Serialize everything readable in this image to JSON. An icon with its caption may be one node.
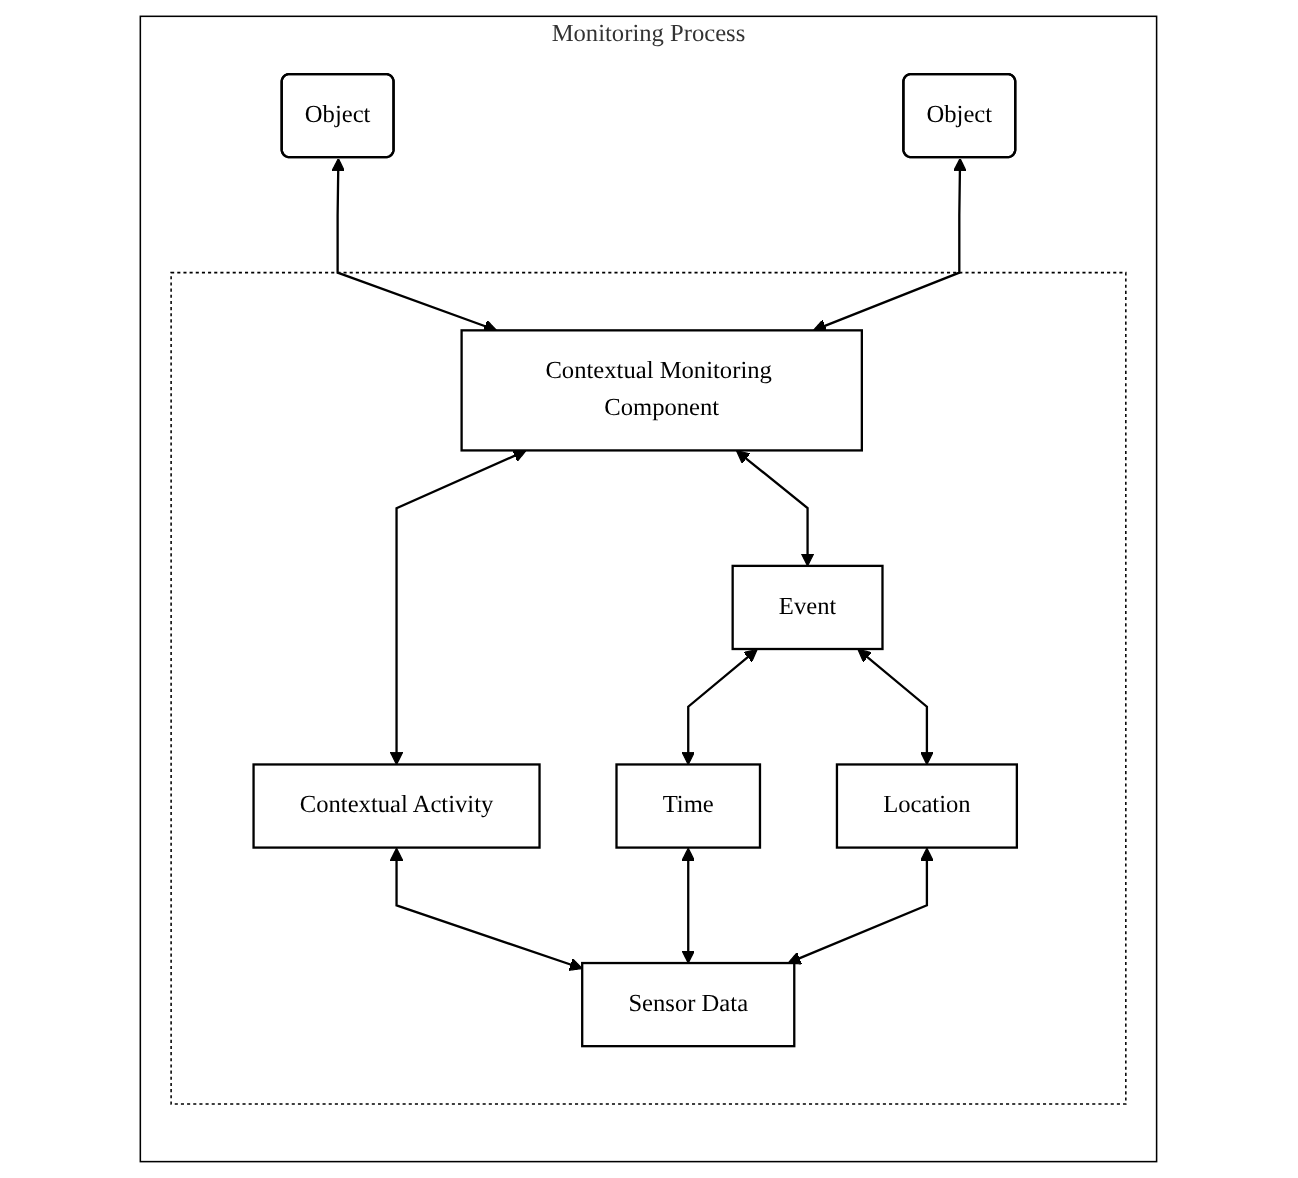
{
  "diagram": {
    "nodes": [
      {
        "text": [
          "Monitoring Process"
        ]
      },
      {
        "text": [],
        "shape": "box",
        "in": 0
      },
      {
        "text": [
          "Object"
        ],
        "in": 0
      },
      {
        "text": [
          "Object"
        ],
        "in": 0
      },
      {
        "text": [
          "Contextual Monitoring Component"
        ],
        "in": 1
      },
      {
        "text": [
          "Contextual Activity"
        ],
        "in": 1
      },
      {
        "text": [
          "Event"
        ],
        "in": 1
      },
      {
        "text": [
          "Time"
        ],
        "in": 1
      },
      {
        "text": [
          "Location"
        ],
        "in": 1
      },
      {
        "text": [
          "Sensor Data"
        ],
        "in": 1
      }
    ],
    "edges": [
      {
        "from": 2,
        "to": 4,
        "arrow": "both"
      },
      {
        "from": 3,
        "to": 4,
        "arrow": "both"
      },
      {
        "from": 4,
        "to": 5,
        "arrow": "both"
      },
      {
        "from": 4,
        "to": 6,
        "arrow": "both"
      },
      {
        "from": 6,
        "to": 7,
        "arrow": "both"
      },
      {
        "from": 6,
        "to": 8,
        "arrow": "both"
      },
      {
        "from": 5,
        "to": 9,
        "arrow": "both"
      },
      {
        "from": 7,
        "to": 9,
        "arrow": "both"
      },
      {
        "from": 8,
        "to": 9,
        "arrow": "both"
      }
    ]
  }
}
